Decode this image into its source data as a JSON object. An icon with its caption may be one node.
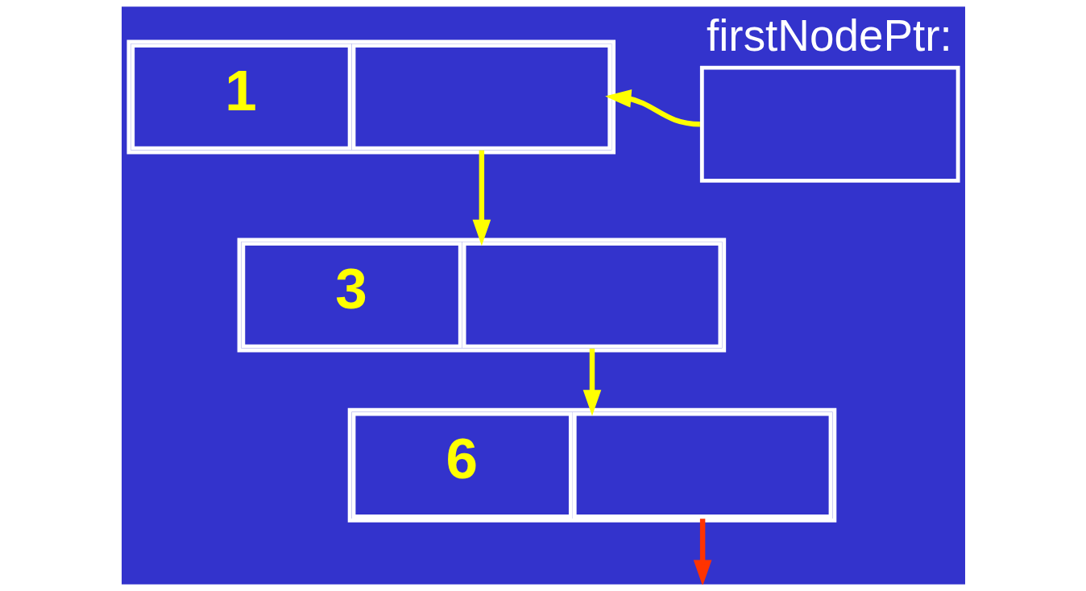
{
  "diagram": {
    "nodes": [
      {
        "text": [
          "1"
        ]
      },
      {
        "text": [
          "3"
        ]
      },
      {
        "text": [
          "6"
        ]
      },
      {
        "text": [
          "firstNodePtr:"
        ]
      }
    ],
    "edges": [
      {
        "from": 3,
        "to": 0,
        "arrow": "to"
      },
      {
        "from": 0,
        "to": 1,
        "arrow": "to"
      },
      {
        "from": 1,
        "to": 2,
        "arrow": "to"
      },
      {
        "from": 2,
        "to": null,
        "arrow": "to",
        "color": "#ff3300"
      }
    ]
  }
}
